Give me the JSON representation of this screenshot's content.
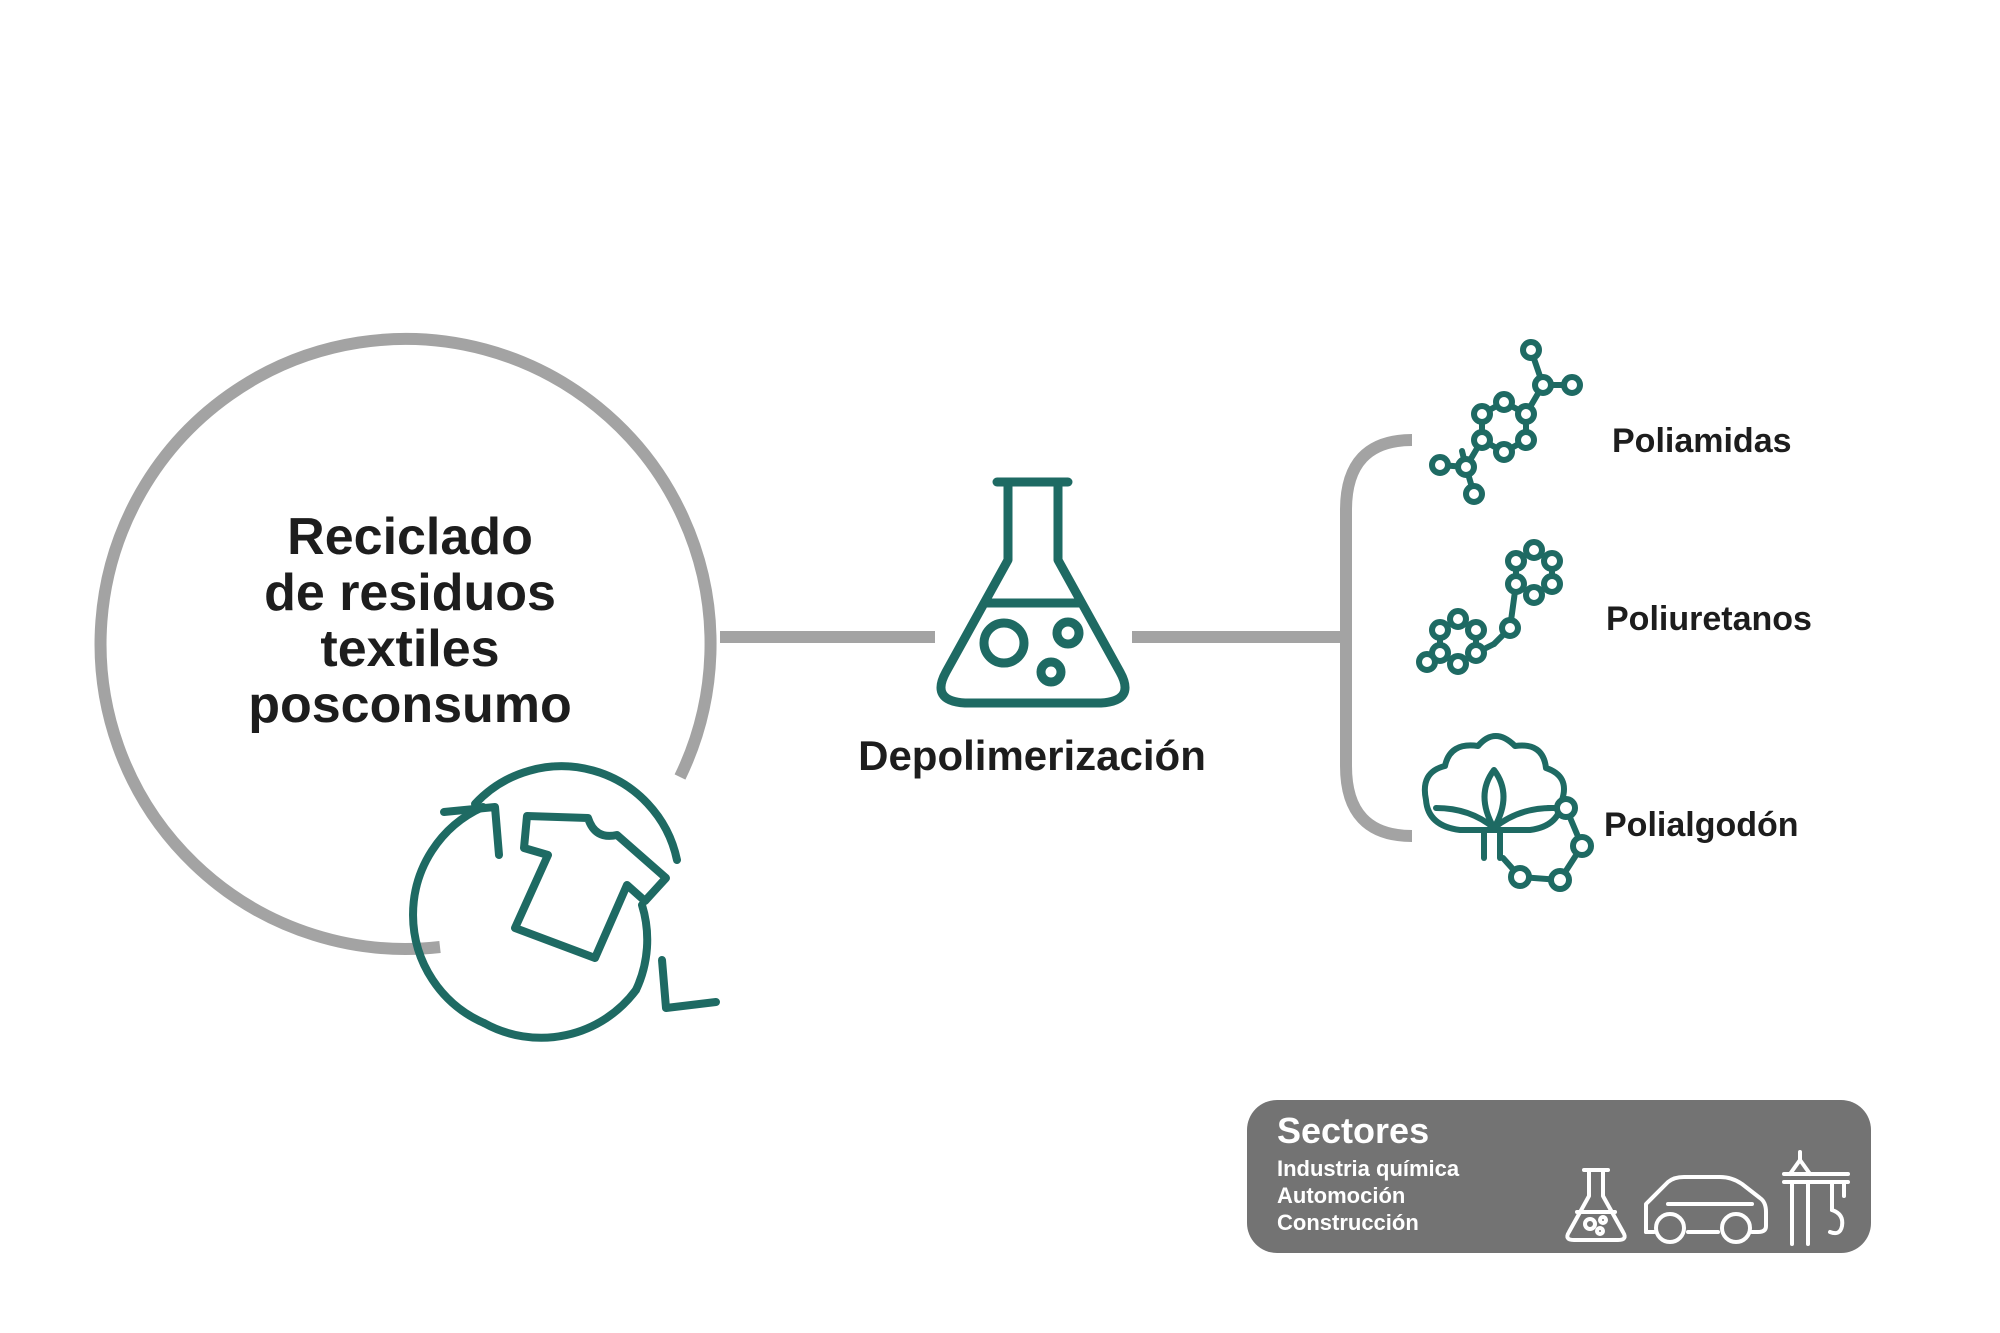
{
  "source": {
    "lines": [
      "Reciclado",
      "de residuos",
      "textiles",
      "posconsumo"
    ],
    "icon": "recycle-shirt-icon"
  },
  "process": {
    "label": "Depolimerización",
    "icon": "flask-icon"
  },
  "outputs": [
    {
      "label": "Poliamidas",
      "icon": "molecule-chain-icon"
    },
    {
      "label": "Poliuretanos",
      "icon": "molecule-rings-icon"
    },
    {
      "label": "Polialgodón",
      "icon": "cotton-molecule-icon"
    }
  ],
  "sectors": {
    "title": "Sectores",
    "items": [
      "Industria química",
      "Automoción",
      "Construcción"
    ],
    "icons": [
      "flask-icon",
      "car-icon",
      "crane-icon"
    ]
  },
  "colors": {
    "accent": "#1e6a63",
    "line": "#a3a3a3",
    "box": "#737373",
    "text": "#1d1d1d"
  }
}
